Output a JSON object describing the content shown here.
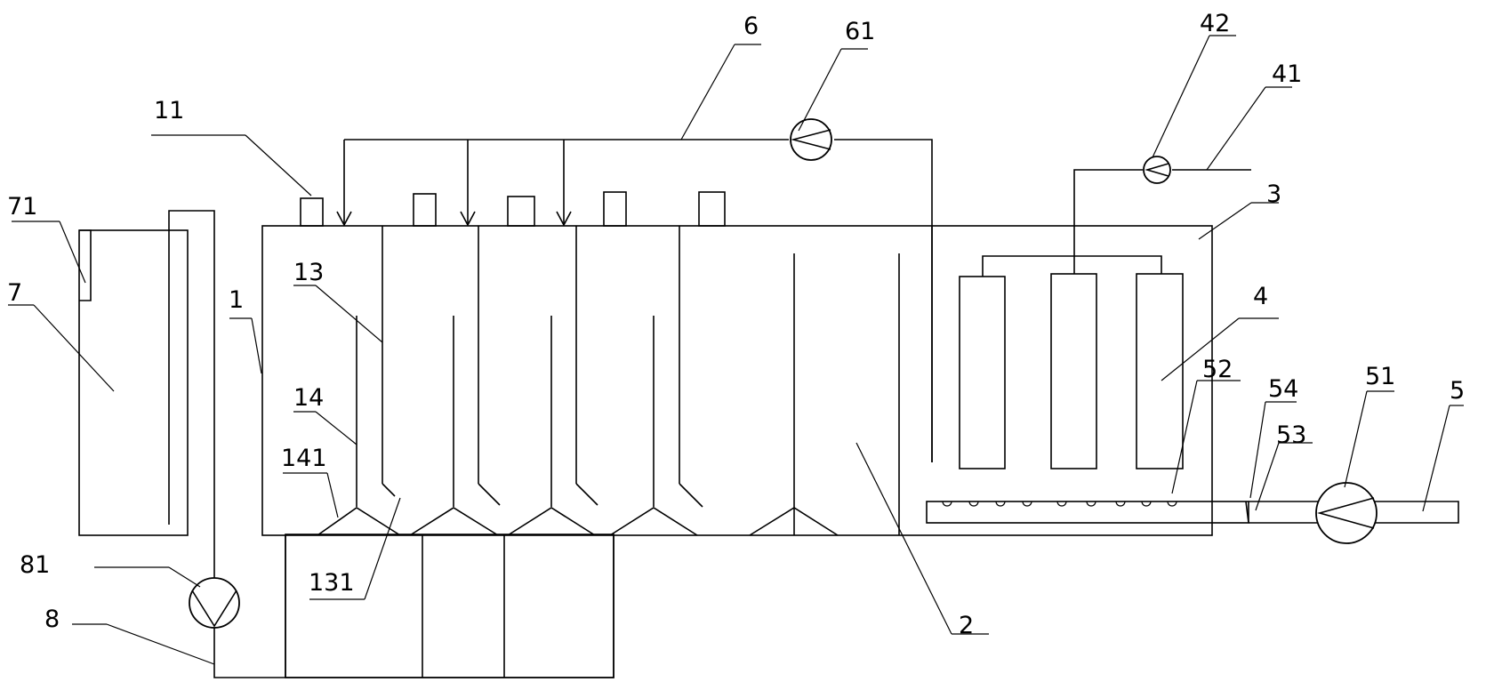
{
  "labels": {
    "l1": "1",
    "l11": "11",
    "l13": "13",
    "l131": "131",
    "l14": "14",
    "l141": "141",
    "l2": "2",
    "l3": "3",
    "l4": "4",
    "l41": "41",
    "l42": "42",
    "l5": "5",
    "l51": "51",
    "l52": "52",
    "l53": "53",
    "l54": "54",
    "l6": "6",
    "l61": "61",
    "l7": "7",
    "l71": "71",
    "l8": "8",
    "l81": "81"
  }
}
